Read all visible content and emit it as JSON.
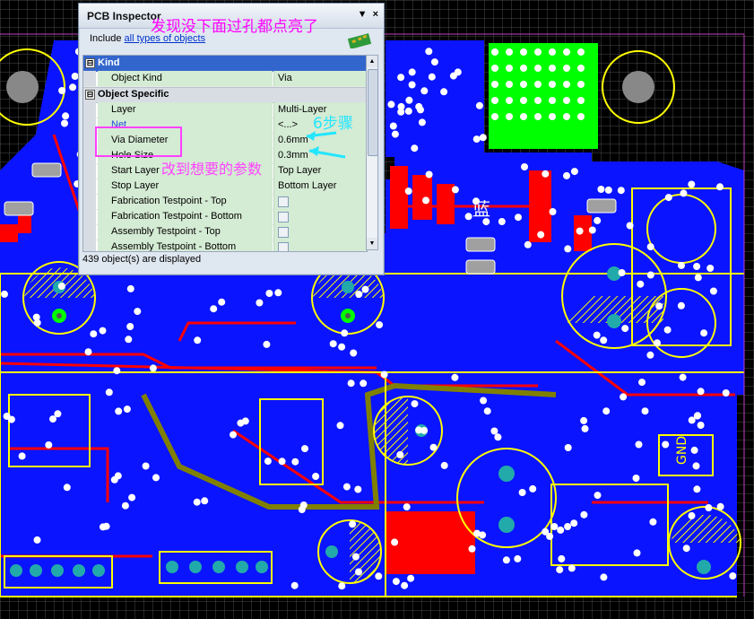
{
  "panel": {
    "title": "PCB Inspector",
    "pin_glyph": "▼",
    "close_glyph": "×",
    "include_prefix": "Include",
    "include_link": "all types of objects",
    "sections": {
      "kind": {
        "toggle": "⊟",
        "label": "Kind"
      },
      "object_specific": {
        "toggle": "⊟",
        "label": "Object Specific"
      }
    },
    "rows": [
      {
        "name": "Object Kind",
        "value": "Via"
      },
      {
        "name": "Layer",
        "value": "Multi-Layer"
      },
      {
        "name": "Net",
        "value": "<...>"
      },
      {
        "name": "Via Diameter",
        "value": "0.6mm"
      },
      {
        "name": "Hole Size",
        "value": "0.3mm"
      },
      {
        "name": "Start Layer",
        "value": "Top Layer"
      },
      {
        "name": "Stop Layer",
        "value": "Bottom Layer"
      },
      {
        "name": "Fabrication Testpoint - Top",
        "value": ""
      },
      {
        "name": "Fabrication Testpoint - Bottom",
        "value": ""
      },
      {
        "name": "Assembly Testpoint - Top",
        "value": ""
      },
      {
        "name": "Assembly Testpoint - Bottom",
        "value": ""
      }
    ],
    "status": "439 object(s) are displayed"
  },
  "annotations": {
    "top_note": "发现没下面过孔都点亮了",
    "step_note": "6步骤",
    "param_note": "改到想要的参数"
  },
  "pcb_text": {
    "silk_char": "蓝",
    "gnd": "GND"
  },
  "colors": {
    "board_blue": "#0a14ff",
    "trace_red": "#ff0000",
    "pad_yellow": "#ffff00",
    "highlight_green": "#00ff00",
    "grid": "#4a4a4a"
  },
  "icons": {
    "panel_icon": "pcb-board-icon",
    "scroll_up": "arrow-up-icon",
    "scroll_down": "arrow-down-icon"
  }
}
